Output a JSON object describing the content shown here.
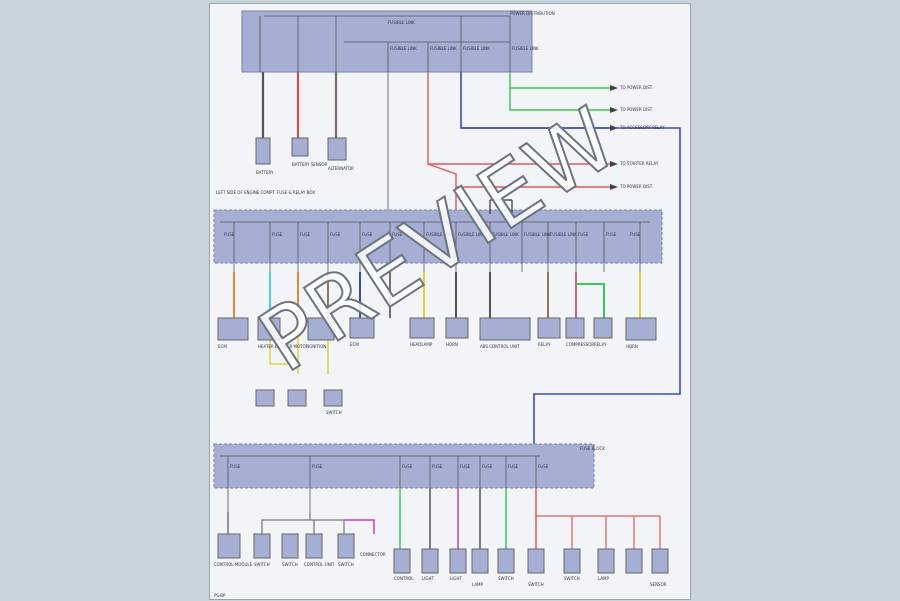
{
  "watermark": "PREVIEW",
  "blocks": {
    "top": {
      "title": "POWER DISTRIBUTION"
    },
    "middle": {
      "title": "LEFT SIDE OF ENGINE COMPT. FUSE & RELAY BOX"
    },
    "bottom": {
      "title": "FUSE BLOCK"
    }
  },
  "top_fuses": [
    "FUSIBLE LINK",
    "FUSIBLE LINK",
    "FUSIBLE LINK",
    "FUSIBLE LINK",
    "FUSIBLE LINK"
  ],
  "middle_fuses": [
    "FUSE",
    "FUSE",
    "FUSE",
    "FUSE",
    "FUSE",
    "FUSE",
    "FUSIBLE LINK",
    "FUSIBLE LINK",
    "FUSIBLE LINK",
    "FUSIBLE LINK",
    "FUSIBLE LINK",
    "FUSE",
    "FUSE",
    "FUSE",
    "FUSE"
  ],
  "bottom_fuses": [
    "FUSE",
    "FUSE",
    "FUSE",
    "FUSE",
    "FUSE",
    "FUSE",
    "FUSE",
    "FUSE"
  ],
  "right_connectors": [
    "TO POWER DIST.",
    "TO POWER DIST.",
    "TO ACCESSORY RELAY",
    "TO STARTER RELAY",
    "TO POWER DIST."
  ],
  "components_top": [
    "BATTERY",
    "BATTERY SENSOR",
    "ALTERNATOR"
  ],
  "components_middle": [
    "ECM",
    "HEATER BLOWER MOTOR",
    "IGNITION",
    "ECM",
    "HEADLAMP",
    "HORN",
    "ABS CONTROL UNIT",
    "RELAY",
    "COMPRESSOR",
    "RELAY",
    "HORN",
    "SWITCH"
  ],
  "components_bottom": [
    "CONTROL MODULE",
    "SWITCH",
    "SWITCH",
    "CONTROL UNIT",
    "SWITCH",
    "CONNECTOR",
    "CONTROL",
    "LIGHT",
    "LIGHT",
    "LAMP",
    "SWITCH",
    "SWITCH",
    "SWITCH",
    "LAMP",
    "SENSOR"
  ],
  "footer": "PS-BP",
  "colors": {
    "box": "#a7aed4",
    "wire_red": "#e05a5a",
    "wire_blue": "#3949c8",
    "wire_green": "#3cc45e",
    "wire_orange": "#e08a3a",
    "wire_cyan": "#4fd0d0",
    "wire_yellow": "#d9d63c",
    "wire_pink": "#d23bb5"
  }
}
